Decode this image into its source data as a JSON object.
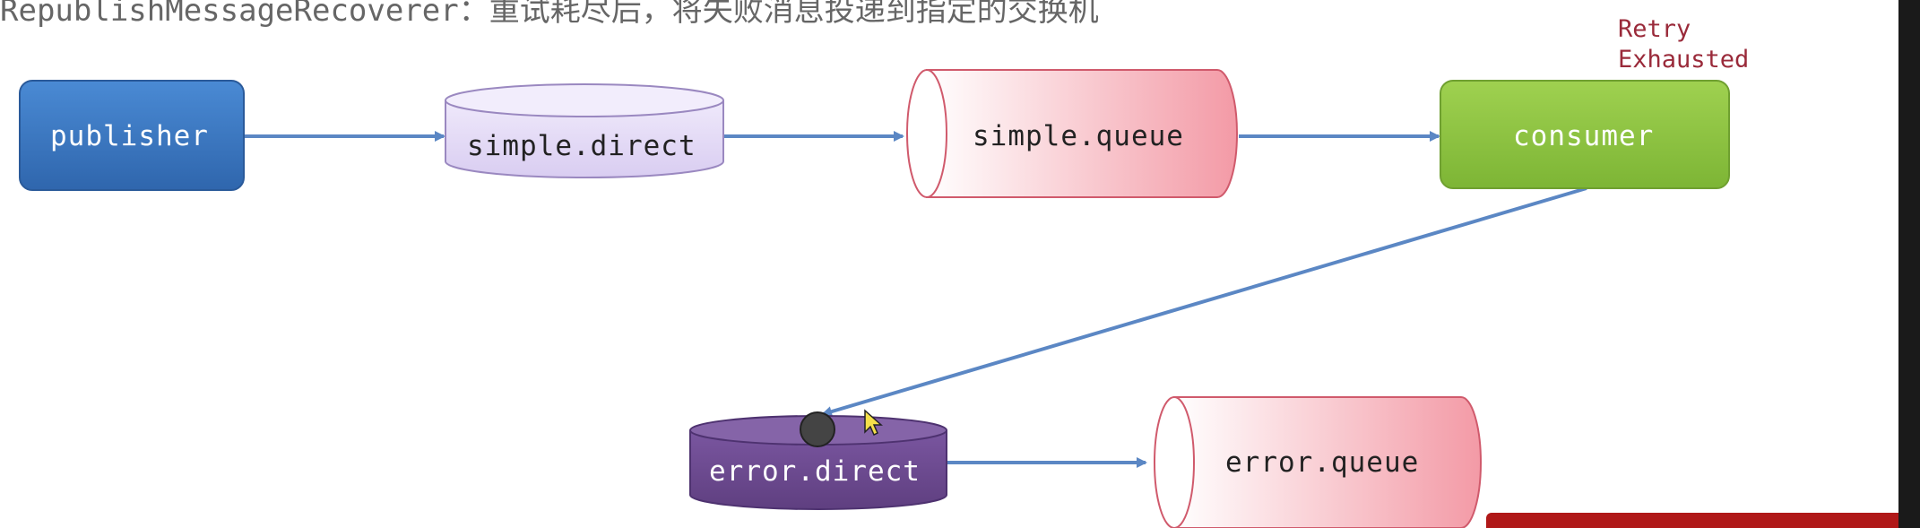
{
  "caption": "RepublishMessageRecoverer：重试耗尽后，将失败消息投递到指定的交换机",
  "annotation": {
    "line1": "Retry",
    "line2": "Exhausted"
  },
  "nodes": {
    "publisher": "publisher",
    "simple_direct": "simple.direct",
    "simple_queue": "simple.queue",
    "consumer": "consumer",
    "error_direct": "error.direct",
    "error_queue": "error.queue"
  },
  "colors": {
    "publisher": "#3a78c2",
    "simple_direct": "#e3d9f5",
    "queue_pink": "#f4a4ae",
    "consumer": "#8cc63f",
    "error_direct": "#6e4a8e",
    "arrow": "#5b87c4",
    "annotation": "#9a2a3a"
  }
}
